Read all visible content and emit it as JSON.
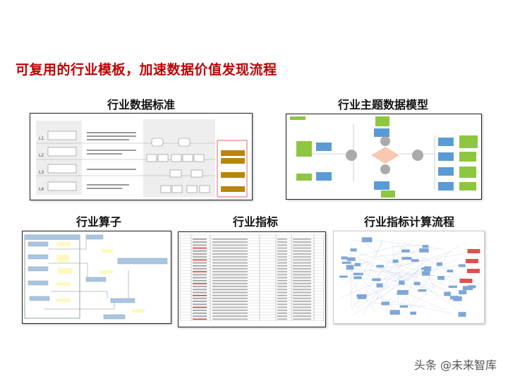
{
  "slide": {
    "title": "可复用的行业模板，加速数据价值发现流程",
    "sections": [
      {
        "label": "行业数据标准"
      },
      {
        "label": "行业主题数据模型"
      },
      {
        "label": "行业算子"
      },
      {
        "label": "行业指标"
      },
      {
        "label": "行业指标计算流程"
      }
    ]
  },
  "thumb_standard": {
    "levels": [
      "L1",
      "L2",
      "L3",
      "L4"
    ],
    "tags_color": "#b8860b",
    "frame_color": "#e04040"
  },
  "thumb_model": {
    "center_color": "#f8c8b0",
    "box_color": "#5b9bd5",
    "note_color": "#8dc63f"
  },
  "watermark": "头条 @未来智库"
}
